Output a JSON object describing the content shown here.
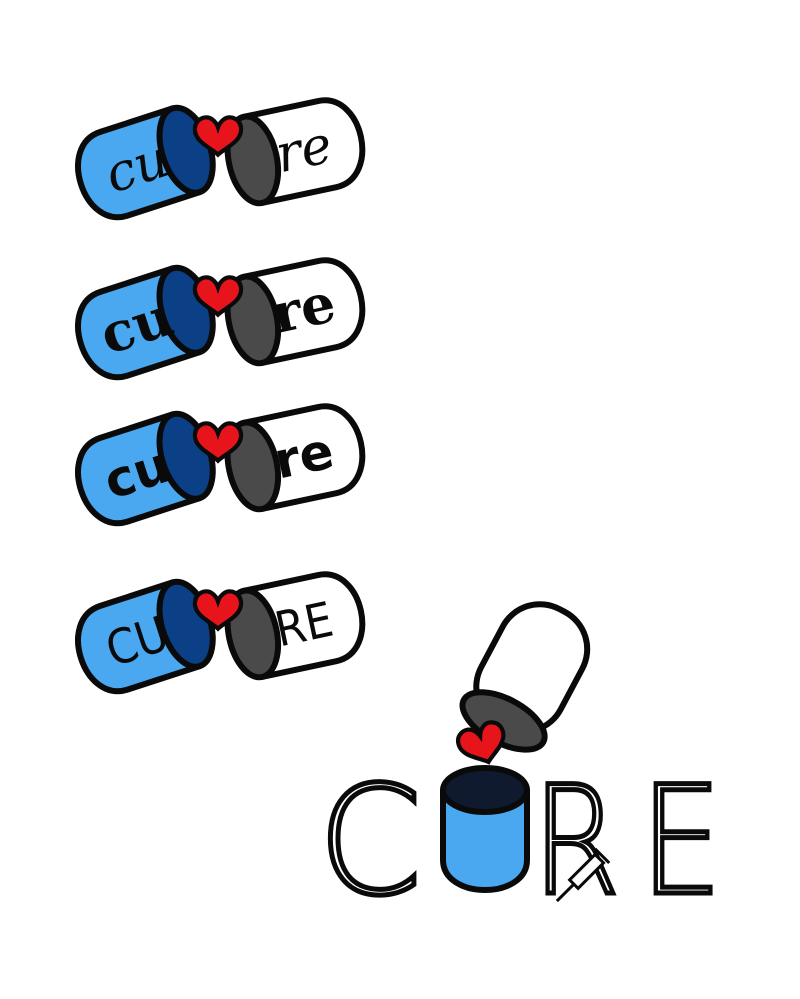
{
  "palette": {
    "pill_blue": "#4aa8f0",
    "pill_blue_dark": "#0b3f86",
    "pill_white": "#ffffff",
    "pill_gray": "#4a4a4a",
    "heart_red": "#e8141c",
    "heart_dark": "#c00010",
    "outline": "#0a0a0a",
    "can_top": "#0f1a2e",
    "background": "#ffffff"
  },
  "pill_logos": [
    {
      "left_text": "cu",
      "right_text": "re",
      "style": "calligraphic"
    },
    {
      "left_text": "cu",
      "right_text": "re",
      "style": "blackletter"
    },
    {
      "left_text": "cu",
      "right_text": "re",
      "style": "bold-sans"
    },
    {
      "left_text": "CU",
      "right_text": "RE",
      "style": "condensed-sans"
    }
  ],
  "main_logo": {
    "letters": [
      "C",
      "R",
      "E"
    ],
    "icons": [
      "pill-capsule-icon",
      "heart-icon",
      "syringe-icon",
      "pill-canister-icon"
    ]
  }
}
